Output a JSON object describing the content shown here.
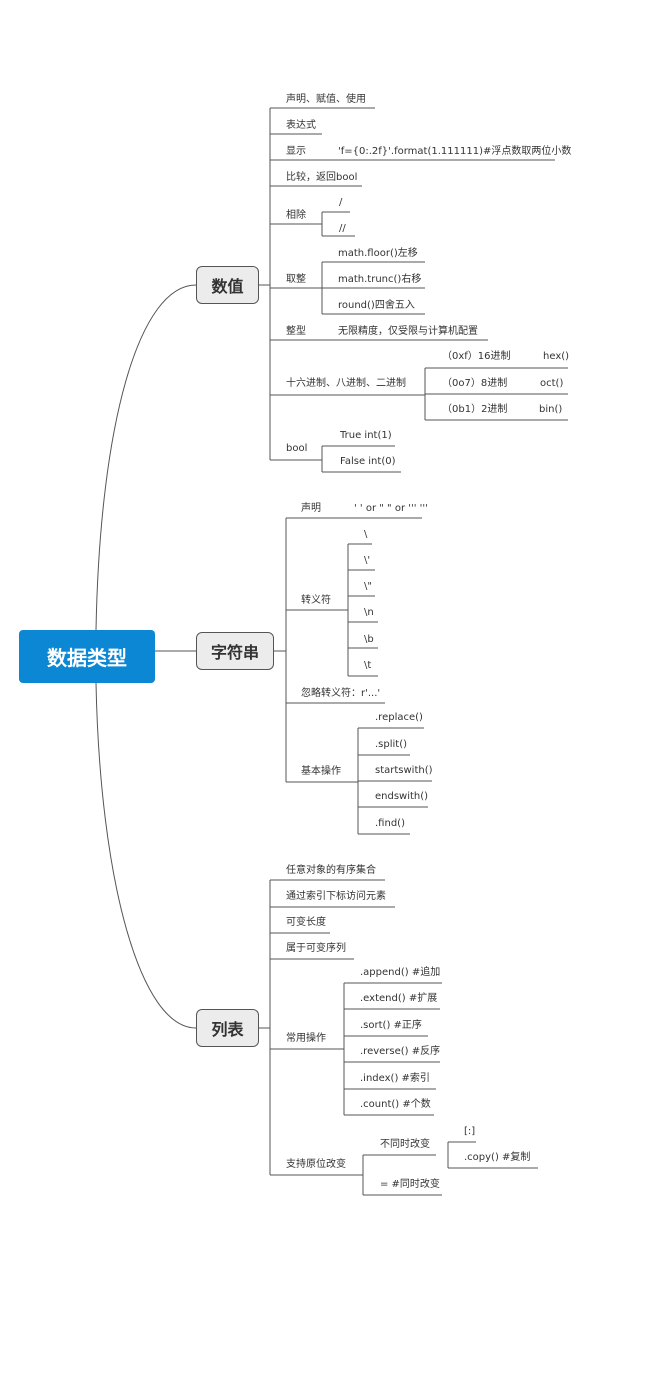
{
  "root": "数据类型",
  "numeric": {
    "title": "数值",
    "decl": "声明、赋值、使用",
    "expr": "表达式",
    "display_label": "显示",
    "display_value": "'f={0:.2f}'.format(1.111111)#浮点数取两位小数",
    "compare": "比较，返回bool",
    "div_label": "相除",
    "div_items": [
      "/",
      "//"
    ],
    "round_label": "取整",
    "round_items": [
      "math.floor()左移",
      "math.trunc()右移",
      "round()四舍五入"
    ],
    "int_label": "整型",
    "int_value": "无限精度，仅受限与计算机配置",
    "base_label": "十六进制、八进制、二进制",
    "base_items": [
      {
        "prefix": "（0xf）16进制",
        "fn": "hex()"
      },
      {
        "prefix": "（0o7）8进制",
        "fn": "oct()"
      },
      {
        "prefix": "（0b1）2进制",
        "fn": "bin()"
      }
    ],
    "bool_label": "bool",
    "bool_items": [
      "True  int(1)",
      "False  int(0)"
    ]
  },
  "string": {
    "title": "字符串",
    "decl_label": "声明",
    "decl_value": "' ' or \" \" or ''' '''",
    "escape_label": "转义符",
    "escape_items": [
      "\\",
      "\\'",
      "\\\"",
      "\\n",
      "\\b",
      "\\t"
    ],
    "raw": "忽略转义符：r'...'",
    "ops_label": "基本操作",
    "ops_items": [
      ".replace()",
      ".split()",
      "startswith()",
      "endswith()",
      ".find()"
    ]
  },
  "list": {
    "title": "列表",
    "props": [
      "任意对象的有序集合",
      "通过索引下标访问元素",
      "可变长度",
      "属于可变序列"
    ],
    "ops_label": "常用操作",
    "ops_items": [
      ".append()  #追加",
      ".extend()  #扩展",
      ".sort()  #正序",
      ".reverse()  #反序",
      ".index()  #索引",
      ".count()  #个数"
    ],
    "inplace_label": "支持原位改变",
    "not_same_label": "不同时改变",
    "not_same_items": [
      "[:]",
      ".copy()  #复制"
    ],
    "same_label": "= #同时改变"
  },
  "colors": {
    "root_bg": "#0b87d4",
    "topic_bg": "#ececec",
    "line": "#555555"
  }
}
